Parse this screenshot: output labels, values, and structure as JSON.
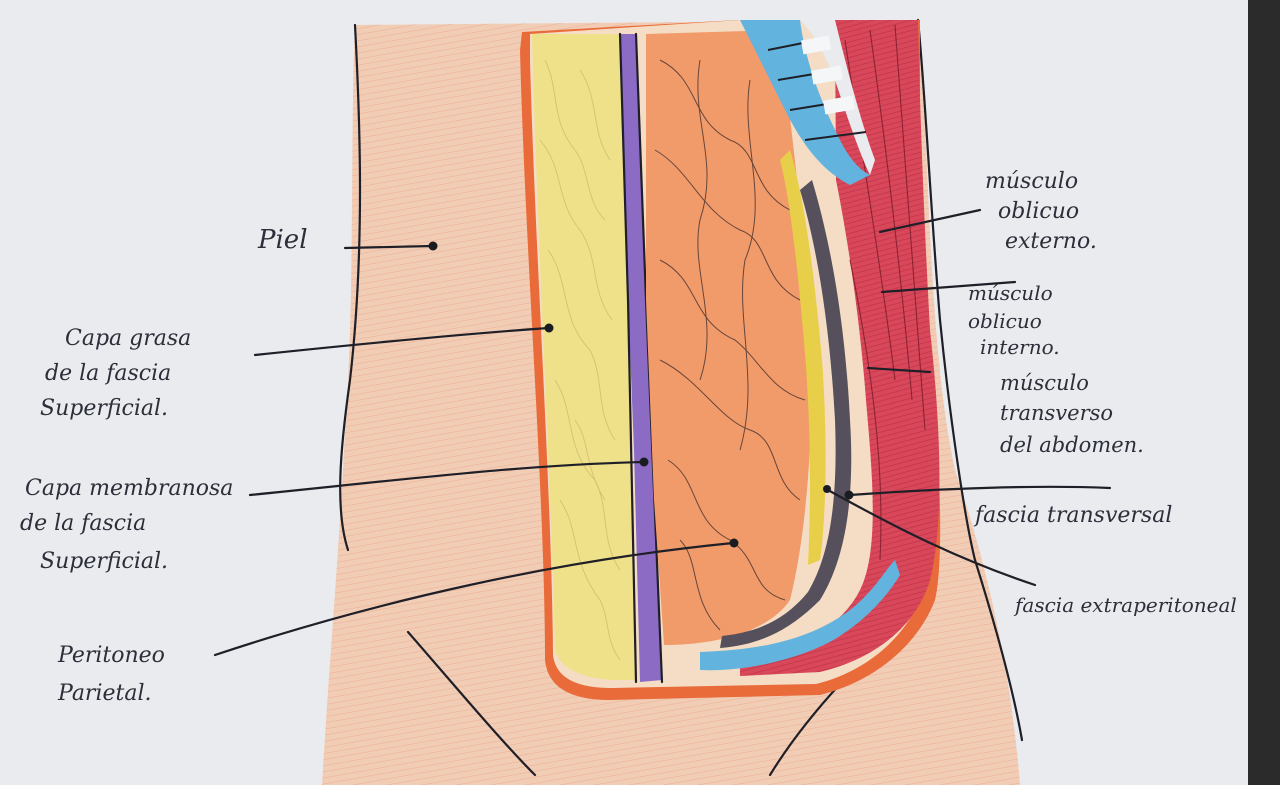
{
  "colors": {
    "paper": "#e9ebee",
    "skin": "#f2cdb6",
    "fat": "#efe08a",
    "membranous_fascia": "#8c6bc4",
    "transversalis_fascia": "#e96b3a",
    "peritoneum_blue": "#63b3df",
    "muscle": "#d9475a",
    "ink": "#1f1f28"
  },
  "labels": {
    "piel": "Piel",
    "capa_grasa": [
      "Capa grasa",
      "de la fascia",
      "Superficial."
    ],
    "capa_membranosa": [
      "Capa membranosa",
      "de la fascia",
      "Superficial."
    ],
    "peritoneo": [
      "Peritoneo",
      "Parietal."
    ],
    "oblicuo_externo": [
      "músculo",
      "oblicuo",
      "externo."
    ],
    "oblicuo_interno": [
      "músculo",
      "oblicuo",
      "interno."
    ],
    "transverso": [
      "músculo",
      "transverso",
      "del abdomen."
    ],
    "fascia_transversalis": "fascia transversal",
    "fascia_extraperitoneal": "fascia extraperitoneal"
  },
  "icons": {
    "rib_cage": "ribs-icon"
  }
}
